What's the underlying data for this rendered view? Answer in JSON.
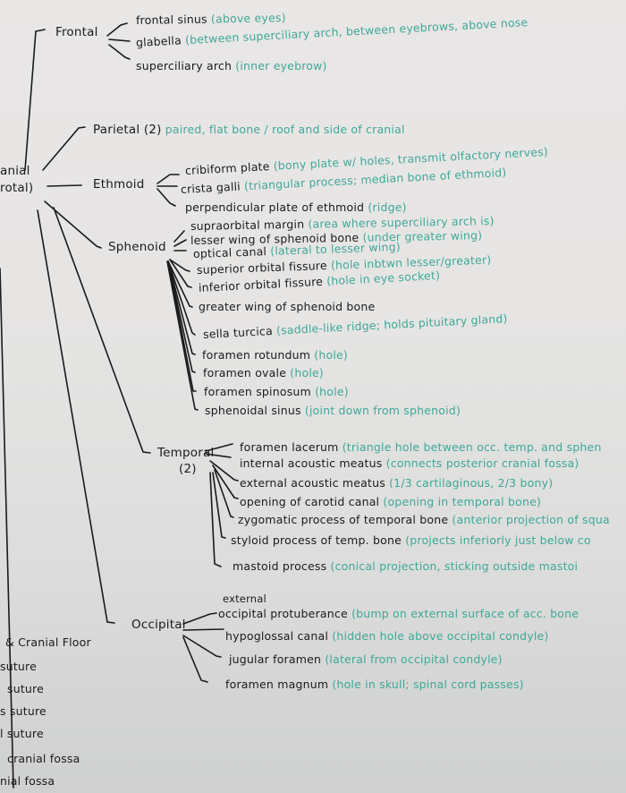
{
  "diagram": {
    "type": "handwritten-tree",
    "colors": {
      "term": "#1b1b1b",
      "note": "#3fa898",
      "paper": "#e6e5e4"
    },
    "root": {
      "label_lines": [
        "anial",
        "rotal)"
      ]
    },
    "frontal": {
      "label": "Frontal",
      "children": [
        {
          "term": "frontal sinus",
          "note": "(above eyes)"
        },
        {
          "term": "glabella",
          "note": "(between superciliary arch, between eyebrows, above nose"
        },
        {
          "term": "superciliary arch",
          "note": "(inner eyebrow)"
        }
      ]
    },
    "parietal": {
      "label": "Parietal (2)",
      "note": "paired, flat bone / roof and side of cranial"
    },
    "ethmoid": {
      "label": "Ethmoid",
      "children": [
        {
          "term": "cribiform plate",
          "note": "(bony plate w/ holes, transmit olfactory nerves)"
        },
        {
          "term": "crista galli",
          "note": "(triangular process; median bone of ethmoid)"
        },
        {
          "term": "perpendicular plate of ethmoid",
          "note": "(ridge)"
        }
      ]
    },
    "sphenoid": {
      "label": "Sphenoid",
      "children": [
        {
          "term": "supraorbital margin",
          "note": "(area where superciliary arch is)"
        },
        {
          "term": "lesser wing of sphenoid bone",
          "note": "(under greater wing)"
        },
        {
          "term": "optical canal",
          "note": "(lateral to lesser wing)"
        },
        {
          "term": "superior orbital fissure",
          "note": "(hole inbtwn lesser/greater)"
        },
        {
          "term": "inferior orbital fissure",
          "note": "(hole in eye socket)"
        },
        {
          "term": "greater wing of sphenoid bone",
          "note": ""
        },
        {
          "term": "sella turcica",
          "note": "(saddle-like ridge; holds pituitary gland)"
        },
        {
          "term": "foramen rotundum",
          "note": "(hole)"
        },
        {
          "term": "foramen ovale",
          "note": "(hole)"
        },
        {
          "term": "foramen spinosum",
          "note": "(hole)"
        },
        {
          "term": "sphenoidal sinus",
          "note": "(joint down from sphenoid)"
        }
      ]
    },
    "temporal": {
      "label": "Temporal",
      "count": "(2)",
      "children": [
        {
          "term": "foramen lacerum",
          "note": "(triangle hole between occ. temp. and sphen"
        },
        {
          "term": "internal acoustic meatus",
          "note": "(connects posterior cranial fossa)"
        },
        {
          "term": "external acoustic meatus",
          "note": "(1/3 cartilaginous, 2/3 bony)"
        },
        {
          "term": "opening of carotid canal",
          "note": "(opening in temporal bone)"
        },
        {
          "term": "zygomatic process of temporal bone",
          "note": "(anterior projection of squa"
        },
        {
          "term": "styloid process of temp. bone",
          "note": "(projects inferiorly just below co"
        },
        {
          "term": "mastoid process",
          "note": "(conical projection, sticking outside mastoi"
        }
      ]
    },
    "occipital": {
      "label": "Occipital",
      "children": [
        {
          "term_top": "external",
          "term": "occipital protuberance",
          "note": "(bump on external surface of acc. bone"
        },
        {
          "term": "hypoglossal canal",
          "note": "(hidden hole above occipital condyle)"
        },
        {
          "term": "jugular foramen",
          "note": "(lateral from occipital condyle)"
        },
        {
          "term": "foramen magnum",
          "note": "(hole in skull; spinal cord passes)"
        }
      ]
    },
    "left_list": [
      "& Cranial Floor",
      "suture",
      "suture",
      "s suture",
      "l suture",
      "cranial fossa",
      "nial fossa"
    ]
  }
}
